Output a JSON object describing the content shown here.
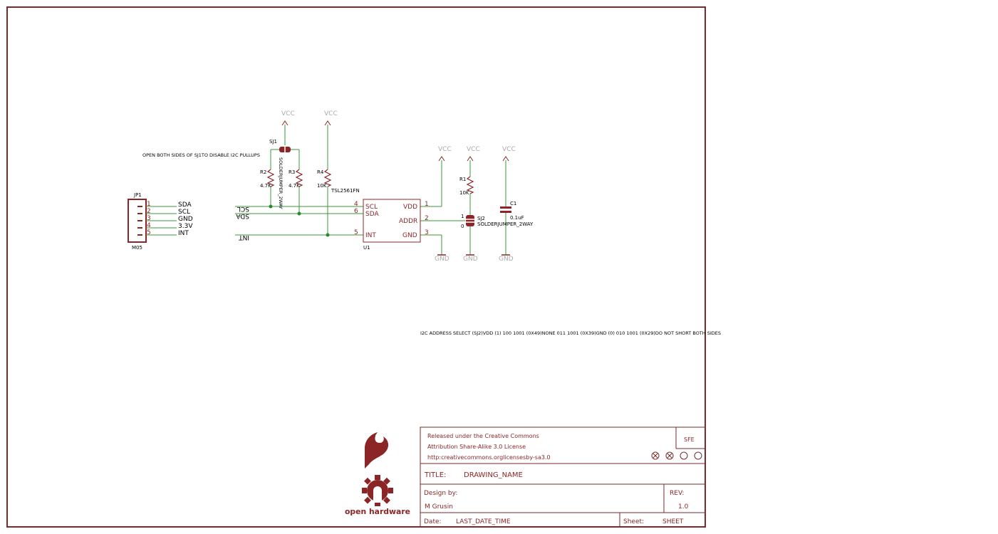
{
  "colors": {
    "frame": "#7a2a2a",
    "symbol": "#8c2626",
    "wire": "#3a9a3a",
    "supply": "#aaaaaa",
    "text": "#000000"
  },
  "connector": {
    "ref": "JP1",
    "value": "M05",
    "pins": [
      {
        "num": "1",
        "net": "SDA"
      },
      {
        "num": "2",
        "net": "SCL"
      },
      {
        "num": "3",
        "net": "GND"
      },
      {
        "num": "4",
        "net": "3.3V"
      },
      {
        "num": "5",
        "net": "INT"
      }
    ]
  },
  "labels": {
    "scl": "SCL",
    "sda": "SDA",
    "int": "INT",
    "pullup_note": "OPEN BOTH SIDES OF SJ1TO DISABLE I2C PULLUPS",
    "address_note": "I2C ADDRESS SELECT (SJ2)VDD (1) 100 1001 (0X49)NONE 011 1001 (0X39)GND (0) 010 1001 (0X29)DO NOT SHORT BOTH SIDES"
  },
  "supplies": {
    "vcc": "VCC",
    "gnd": "GND"
  },
  "parts": {
    "sj1": {
      "ref": "SJ1",
      "value": "SOLDERJUMPER_2WAY"
    },
    "r2": {
      "ref": "R2",
      "value": "4.7K"
    },
    "r3": {
      "ref": "R3",
      "value": "4.7K"
    },
    "r4": {
      "ref": "R4",
      "value": "10K"
    },
    "r1": {
      "ref": "R1",
      "value": "10K"
    },
    "sj2": {
      "ref": "SJ2",
      "value": "SOLDERJUMPER_2WAY",
      "pin1": "1",
      "pin0": "0"
    },
    "c1": {
      "ref": "C1",
      "value": "0.1uF"
    }
  },
  "ic": {
    "ref": "U1",
    "value": "TSL2561FN",
    "left_pins": [
      {
        "num": "4",
        "name": "SCL"
      },
      {
        "num": "6",
        "name": "SDA"
      },
      {
        "num": "5",
        "name": "INT"
      }
    ],
    "right_pins": [
      {
        "num": "1",
        "name": "VDD"
      },
      {
        "num": "2",
        "name": "ADDR"
      },
      {
        "num": "3",
        "name": "GND"
      }
    ]
  },
  "title_block": {
    "license_line1": "Released under the Creative Commons",
    "license_line2": "Attribution Share-Alike 3.0 License",
    "license_line3": "http:creativecommons.orglicensesby-sa3.0",
    "logo": "SFE",
    "title_label": "TITLE:",
    "title_value": "DRAWING_NAME",
    "design_label": "Design by:",
    "designer": "M Grusin",
    "rev_label": "REV:",
    "rev_value": "1.0",
    "date_label": "Date:",
    "date_value": "LAST_DATE_TIME",
    "sheet_label": "Sheet:",
    "sheet_value": "SHEET"
  },
  "oshw_logo_text": "open hardware"
}
